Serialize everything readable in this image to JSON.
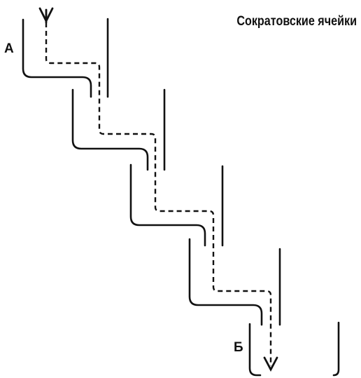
{
  "diagram": {
    "title": "Сократовские ячейки",
    "label_start": "А",
    "label_end": "Б",
    "colors": {
      "line": "#111111",
      "background": "#ffffff"
    }
  }
}
